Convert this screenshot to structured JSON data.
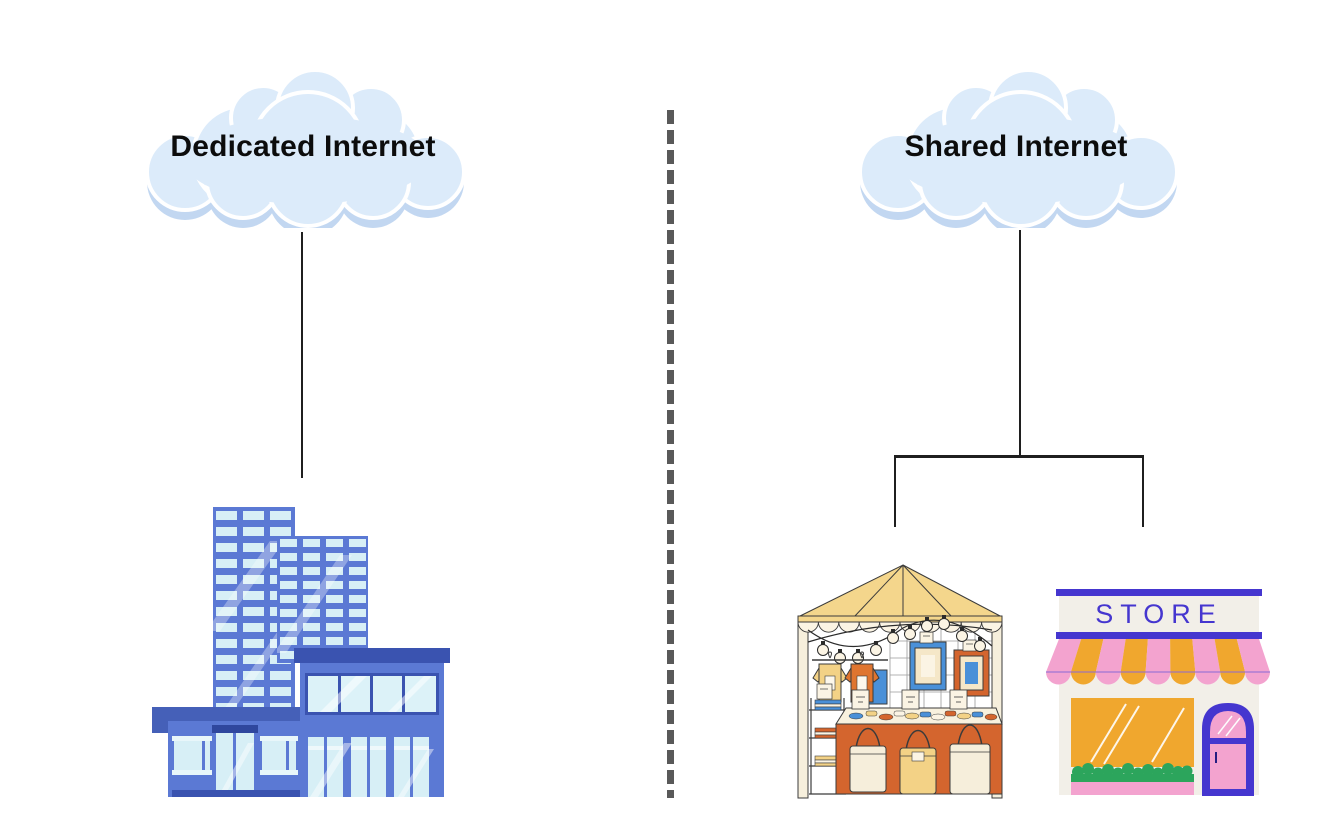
{
  "panels": {
    "dedicated": {
      "label": "Dedicated Internet",
      "illustration": "office-building"
    },
    "shared": {
      "label": "Shared Internet",
      "store_sign": "STORE",
      "illustrations": [
        "market-stall",
        "storefront"
      ]
    }
  },
  "divider": {
    "style": "dashed-vertical",
    "color": "#595959"
  },
  "connectors": {
    "color": "#1f1f1f"
  },
  "colors": {
    "cloud_fill": "#dcebfa",
    "cloud_shadow": "#c2d7f1",
    "label_text": "#0c0c0c",
    "building_blue": "#5b79d4",
    "building_dark_blue": "#3a53b0",
    "building_window": "#d7eff6",
    "tent_canopy": "#f4d68c",
    "tent_cream": "#fbf4e4",
    "tent_counter_orange": "#d4652e",
    "tent_accent_blue": "#4a90d8",
    "tent_accent_yellow": "#f3d286",
    "store_indigo": "#4536cf",
    "store_facade": "#f2efe8",
    "store_orange": "#f0a72e",
    "store_pink": "#f3a3cf",
    "store_green": "#2ca55c"
  }
}
